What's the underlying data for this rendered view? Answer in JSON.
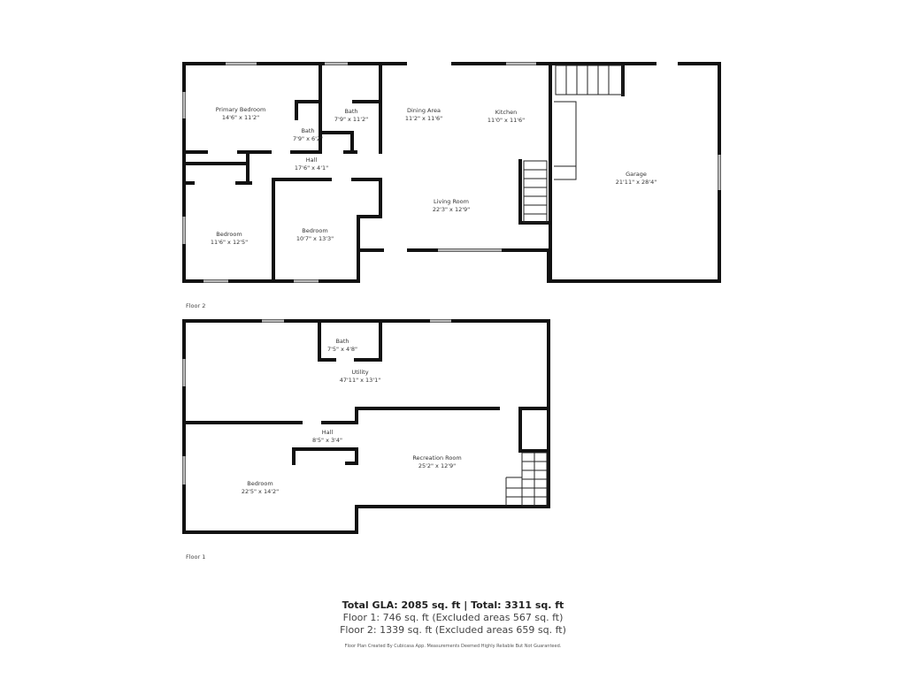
{
  "floor2": {
    "label": "Floor 2",
    "rooms": [
      {
        "name": "Primary Bedroom",
        "dims": "14'6\" x 11'2\""
      },
      {
        "name": "Bath",
        "dims": "7'9\" x 11'2\""
      },
      {
        "name": "Bath",
        "dims": "7'9\" x 6'2\""
      },
      {
        "name": "Dining Area",
        "dims": "11'2\" x 11'6\""
      },
      {
        "name": "Kitchen",
        "dims": "11'0\" x 11'6\""
      },
      {
        "name": "Hall",
        "dims": "17'6\" x 4'1\""
      },
      {
        "name": "Garage",
        "dims": "21'11\" x 28'4\""
      },
      {
        "name": "Living Room",
        "dims": "22'3\" x 12'9\""
      },
      {
        "name": "Bedroom",
        "dims": "11'6\" x 12'5\""
      },
      {
        "name": "Bedroom",
        "dims": "10'7\" x 13'3\""
      }
    ]
  },
  "floor1": {
    "label": "Floor 1",
    "rooms": [
      {
        "name": "Bath",
        "dims": "7'5\" x 4'8\""
      },
      {
        "name": "Utility",
        "dims": "47'11\" x 13'1\""
      },
      {
        "name": "Hall",
        "dims": "8'5\" x 3'4\""
      },
      {
        "name": "Recreation Room",
        "dims": "25'2\" x 12'9\""
      },
      {
        "name": "Bedroom",
        "dims": "22'5\" x 14'2\""
      }
    ]
  },
  "summary": {
    "total": "Total GLA: 2085 sq. ft | Total: 3311 sq. ft",
    "floor1": "Floor 1: 746 sq. ft (Excluded areas 567 sq. ft)",
    "floor2": "Floor 2: 1339 sq. ft (Excluded areas 659 sq. ft)",
    "disclaimer": "Floor Plan Created By Cubicasa App. Measurements Deemed Highly Reliable But Not Guaranteed."
  }
}
